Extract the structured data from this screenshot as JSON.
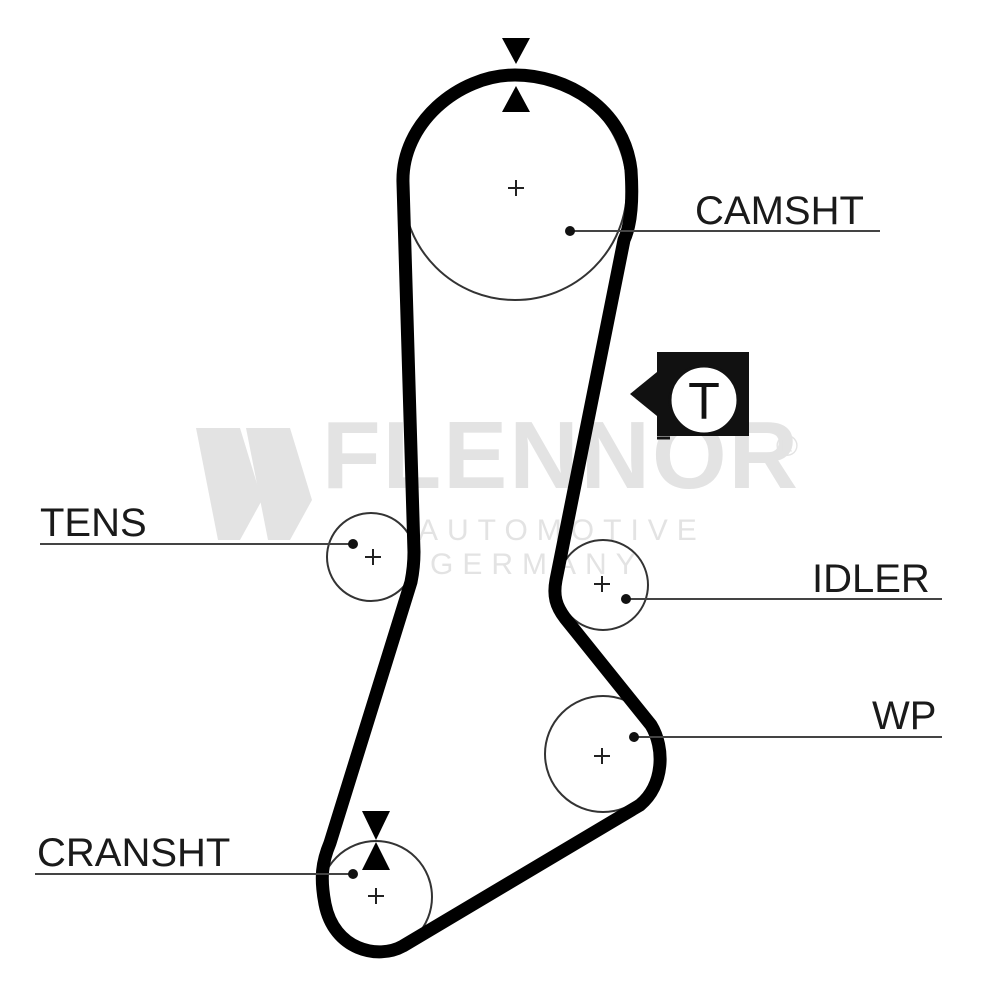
{
  "watermark": {
    "brand": "FLENNOR",
    "registered": "®",
    "line1": "AUTOMOTIVE",
    "line2": "GERMANY"
  },
  "labels": {
    "camshaft": "CAMSHT",
    "tensioner": "TENS",
    "idler": "IDLER",
    "water_pump": "WP",
    "crankshaft": "CRANSHT"
  },
  "tension_symbol": {
    "letter": "T"
  },
  "colors": {
    "belt": "#000000",
    "pulley": "#333333",
    "leader": "#444444",
    "watermark": "#e3e3e3"
  }
}
